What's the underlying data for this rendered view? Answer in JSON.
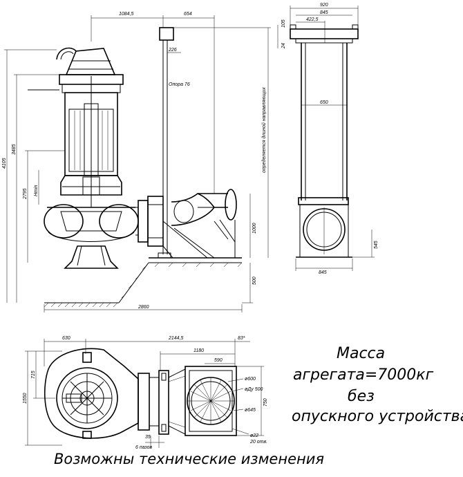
{
  "side_view": {
    "dims": {
      "d1084": "1084,5",
      "d654": "654",
      "d226": "226",
      "support": "Опора 76",
      "guide_note": "определяется длиной направляющих",
      "h4105": "4105",
      "h3485": "3485",
      "h2795": "2795",
      "hmin": "Hmin",
      "h1000": "1000",
      "h500": "500",
      "w2860": "2860"
    }
  },
  "end_view": {
    "dims": {
      "w920": "920",
      "w845top": "845",
      "w4225": "422,5",
      "h105": "105",
      "h24": "24",
      "d650": "650",
      "h545": "545",
      "w845bot": "845"
    }
  },
  "plan_view": {
    "dims": {
      "w630": "630",
      "w21445": "2144,5",
      "w83": "83*",
      "w1180": "1180",
      "w590": "590",
      "h715": "715",
      "h1550": "1550",
      "d600": "ø600",
      "du500": "øДу 500",
      "d645": "ø645",
      "h750": "750",
      "d22": "ø22",
      "holes20": "20 отв.",
      "w35": "35",
      "holes6": "6 пазов"
    }
  },
  "notes": {
    "mass_line1": "Масса",
    "mass_line2": "агрегата=7000кг",
    "mass_line3": "без",
    "mass_line4": "опускного устройства",
    "changes": "Возможны технические изменения"
  }
}
